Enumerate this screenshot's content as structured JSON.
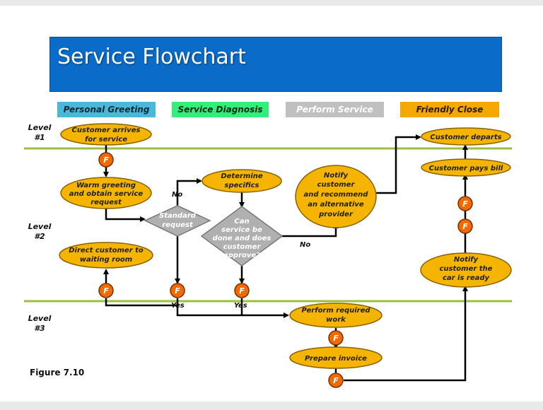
{
  "title": "Service Flowchart",
  "figure_label": "Figure 7.10",
  "phases": [
    {
      "label": "Personal Greeting",
      "color": "#4ab8d6"
    },
    {
      "label": "Service Diagnosis",
      "color": "#33ee7a"
    },
    {
      "label": "Perform Service",
      "color": "#c0c0c0"
    },
    {
      "label": "Friendly Close",
      "color": "#f5a800"
    }
  ],
  "levels": [
    {
      "name": "Level",
      "num": "#1"
    },
    {
      "name": "Level",
      "num": "#2"
    },
    {
      "name": "Level",
      "num": "#3"
    }
  ],
  "nodes": {
    "customer_arrives": [
      "Customer arrives",
      "for service"
    ],
    "warm_greeting": [
      "Warm greeting",
      "and obtain service",
      "request"
    ],
    "direct_customer": [
      "Direct customer to",
      "waiting room"
    ],
    "standard_request": [
      "Standard",
      "request"
    ],
    "determine_specifics": [
      "Determine",
      "specifics"
    ],
    "can_service": [
      "Can",
      "service be",
      "done and does",
      "customer",
      "approve?"
    ],
    "notify_alternative": [
      "Notify",
      "customer",
      "and recommend",
      "an alternative",
      "provider"
    ],
    "perform_work": [
      "Perform required",
      "work"
    ],
    "prepare_invoice": [
      "Prepare invoice"
    ],
    "customer_departs": [
      "Customer departs"
    ],
    "customer_pays": [
      "Customer pays bill"
    ],
    "notify_ready": [
      "Notify",
      "customer the",
      "car is ready"
    ]
  },
  "labels": {
    "no": "No",
    "yes": "Yes"
  },
  "f_marker": "F",
  "colors": {
    "oval_fill": "#f5b400",
    "oval_stroke": "#8a6200",
    "diamond_fill": "#b0b0b0",
    "f_fill": "#f06a00",
    "lane_line": "#9dc03c",
    "title_bg": "#0a6cc8"
  }
}
